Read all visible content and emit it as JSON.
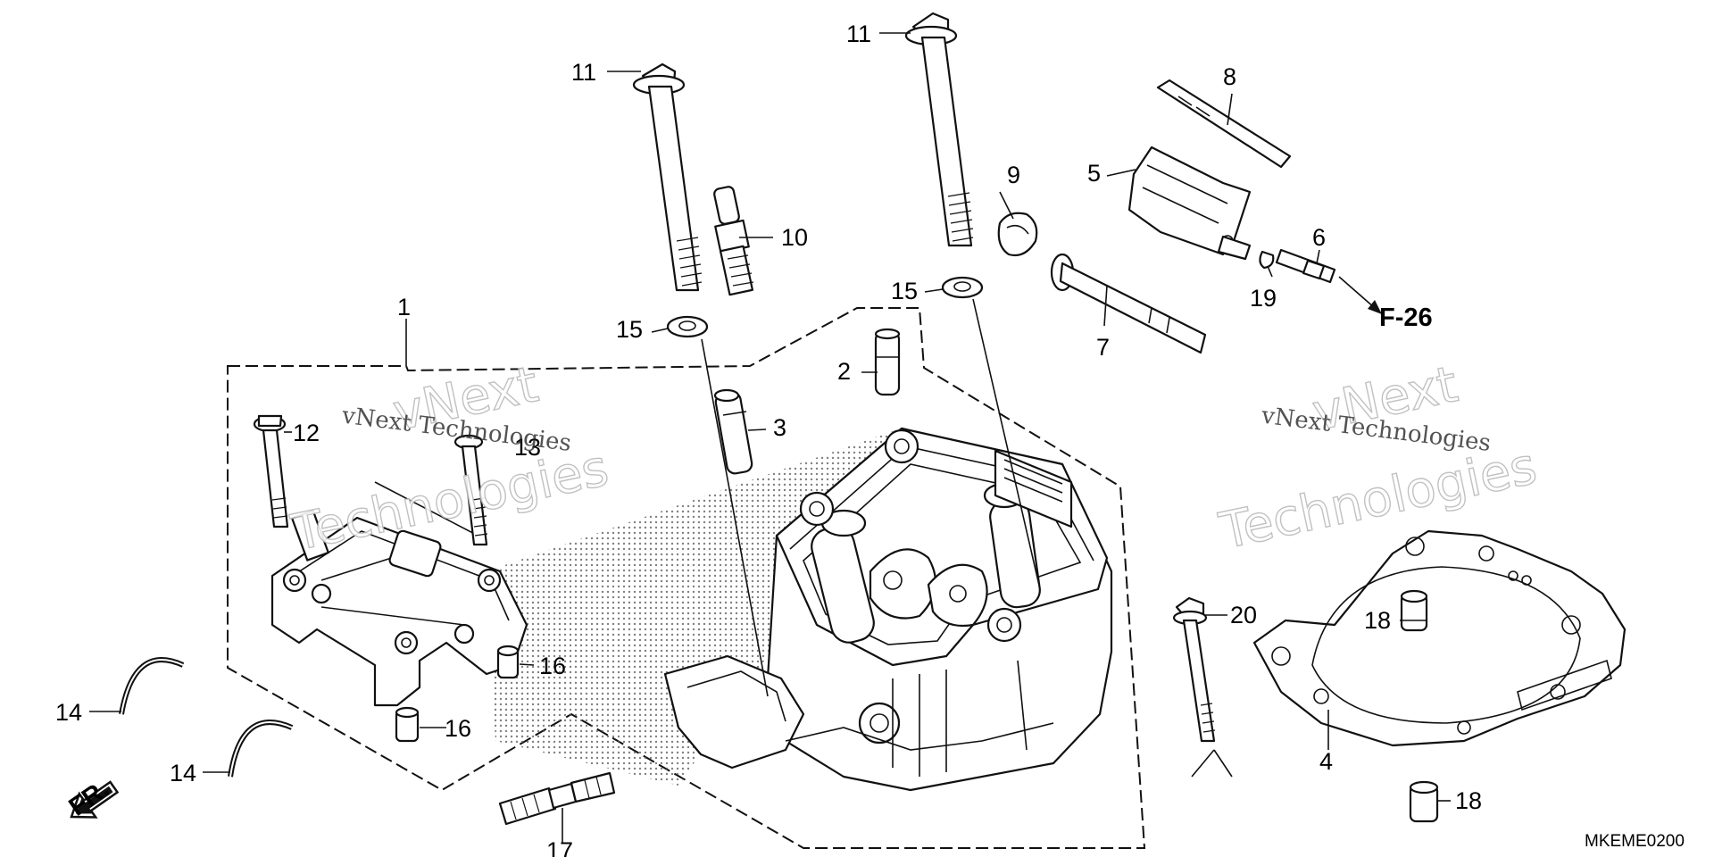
{
  "diagram": {
    "callouts": {
      "c1": "1",
      "c2": "2",
      "c3": "3",
      "c4": "4",
      "c5": "5",
      "c6": "6",
      "c7": "7",
      "c8": "8",
      "c9": "9",
      "c10": "10",
      "c11a": "11",
      "c11b": "11",
      "c12": "12",
      "c13": "13",
      "c14a": "14",
      "c14b": "14",
      "c15a": "15",
      "c15b": "15",
      "c16a": "16",
      "c16b": "16",
      "c17": "17",
      "c18a": "18",
      "c18b": "18",
      "c19": "19",
      "c20": "20"
    },
    "reference": "F-26",
    "direction": "FR.",
    "diagram_code": "MKEME0200"
  },
  "watermarks": [
    {
      "line1": "vNext Technologies",
      "line2": "vNext",
      "line3": "Technologies"
    },
    {
      "line1": "vNext Technologies",
      "line2": "vNext",
      "line3": "Technologies"
    }
  ]
}
